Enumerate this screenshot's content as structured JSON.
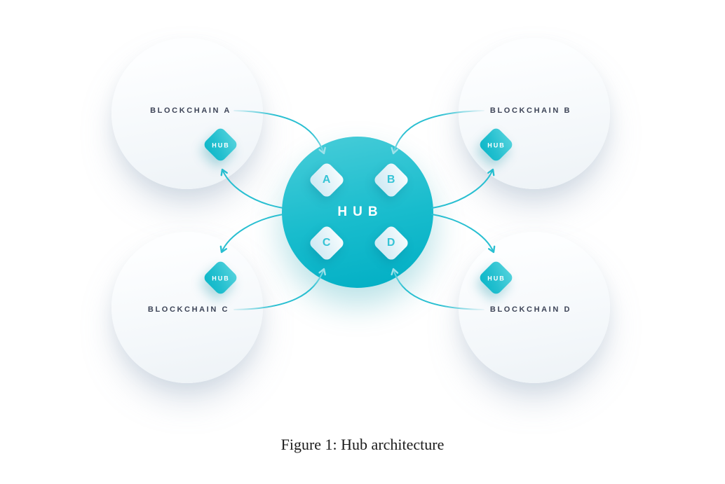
{
  "figure": {
    "caption": "Figure 1: Hub architecture"
  },
  "diagram": {
    "central_hub": {
      "label": "HUB",
      "ports": [
        {
          "label": "A"
        },
        {
          "label": "B"
        },
        {
          "label": "C"
        },
        {
          "label": "D"
        }
      ]
    },
    "blockchains": [
      {
        "name": "BLOCKCHAIN A",
        "hub_label": "HUB"
      },
      {
        "name": "BLOCKCHAIN B",
        "hub_label": "HUB"
      },
      {
        "name": "BLOCKCHAIN C",
        "hub_label": "HUB"
      },
      {
        "name": "BLOCKCHAIN D",
        "hub_label": "HUB"
      }
    ],
    "colors": {
      "accent_teal": "#29bfd1",
      "hub_gradient_top": "#49cdd9",
      "hub_gradient_bottom": "#00aec4",
      "arrow_over_hub": "#9fe2ea",
      "port_diamond_fill": "#d9eef6",
      "mini_hub_fill": "#23bfcf",
      "label_text": "#3d4457",
      "blockchain_circle_fill": "#f7fafc"
    }
  }
}
